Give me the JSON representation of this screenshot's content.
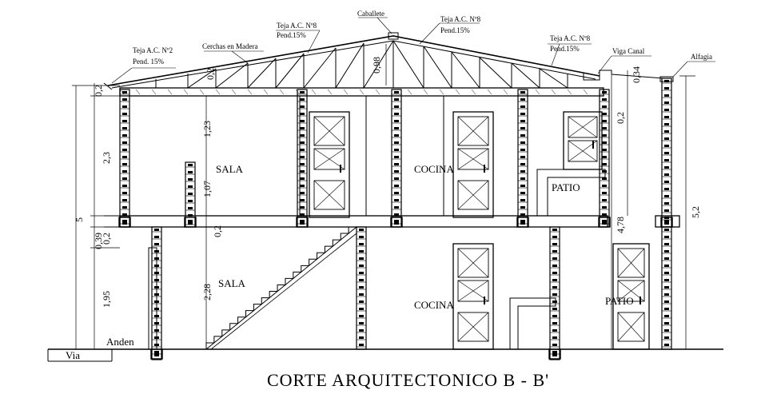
{
  "title": "CORTE ARQUITECTONICO B - B'",
  "roof_labels": {
    "caballete": "Caballete",
    "teja_left_top": "Teja A.C. Nº8",
    "pend_left_top": "Pend.15%",
    "teja_right_top": "Teja A.C. Nº8",
    "pend_right_top": "Pend.15%",
    "teja_right": "Teja A.C. Nº8",
    "pend_right": "Pend.15%",
    "teja_left": "Teja A.C. Nº2",
    "pend_left": "Pend. 15%",
    "cerchas": "Cerchas en Madera",
    "viga_canal": "Viga Canal",
    "alfagia": "Alfagia"
  },
  "rooms": {
    "sala_upper": "SALA",
    "cocina_upper": "COCINA",
    "patio_upper": "PATIO",
    "sala_lower": "SALA",
    "cocina_lower": "COCINA",
    "patio_lower": "PATIO"
  },
  "ground": {
    "anden": "Anden",
    "via": "Via"
  },
  "dimensions": {
    "left_0_2_top": "0,2",
    "left_2_3": "2,3",
    "left_5": "5",
    "left_0_39": "0,39",
    "left_0_2_mid": "0,2",
    "left_1_95": "1,95",
    "inner_0_2_top": "0,2",
    "inner_1_23": "1,23",
    "inner_1_07": "1,07",
    "inner_0_2_mid": "0,2",
    "inner_2_28": "2,28",
    "ridge_0_98": "0,98",
    "right_0_34": "0,34",
    "right_0_2": "0,2",
    "right_4_78": "4,78",
    "right_5_2": "5,2"
  }
}
